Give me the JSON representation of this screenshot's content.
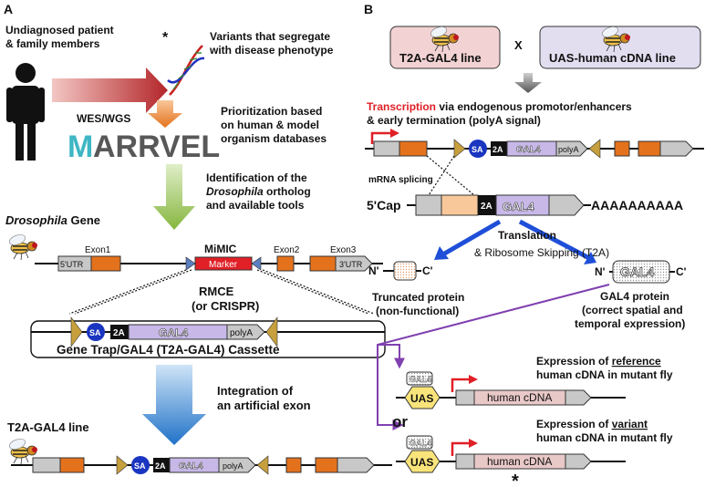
{
  "panel_a": {
    "letter": "A",
    "patient_line1": "Undiagnosed patient",
    "patient_line2": "& family members",
    "wes": "WES/WGS",
    "variants_line1": "Variants that segregate",
    "variants_line2": "with disease phenotype",
    "marrvel_m": "M",
    "marrvel_rest": "ARRVEL",
    "prior_line1": "Prioritization based",
    "prior_line2": "on human & model",
    "prior_line3": "organism databases",
    "ident_line1": "Identification of the",
    "ident_line2a": "Drosophila",
    "ident_line2b": " ortholog",
    "ident_line3": "and available tools",
    "gene_italic": "Drosophila",
    "gene_rest": " Gene",
    "exon1": "Exon1",
    "utr5": "5'UTR",
    "mimic": "MiMIC",
    "marker": "Marker",
    "exon2": "Exon2",
    "exon3": "Exon3",
    "utr3": "3'UTR",
    "rmce_line1": "RMCE",
    "rmce_line2": "(or CRISPR)",
    "sa": "SA",
    "t2a": "2A",
    "gal4": "GAL4",
    "polya": "polyA",
    "cassette": "Gene Trap/GAL4 (T2A-GAL4) Cassette",
    "integ_line1": "Integration of",
    "integ_line2": "an artificial exon",
    "t2a_line": "T2A-GAL4 line"
  },
  "panel_b": {
    "letter": "B",
    "box_left": "T2A-GAL4 line",
    "cross": "X",
    "box_right": "UAS-human cDNA line",
    "transcription_red": "Transcription",
    "transcription_rest": " via endogenous promotor/enhancers",
    "transcription_line2": "& early termination (polyA signal)",
    "splicing": "mRNA splicing",
    "cap": "5'Cap",
    "polya_tail": "AAAAAAAAAA",
    "translation": "Translation",
    "ribosome": "& Ribosome Skipping (T2A)",
    "n_prime": "N'",
    "c_prime": "C'",
    "trunc_line1": "Truncated protein",
    "trunc_line2": "(non-functional)",
    "gal4_line1": "GAL4 protein",
    "gal4_line2": "(correct spatial and",
    "gal4_line3": "temporal expression)",
    "ref_pre": "Expression of ",
    "ref_u": "reference",
    "ref_line2": "human cDNA in mutant fly",
    "or": "or",
    "var_pre": "Expression of ",
    "var_u": "variant",
    "var_line2": "human cDNA in mutant fly",
    "uas": "UAS",
    "human_cdna": "human cDNA",
    "asterisk": "*"
  },
  "colors": {
    "orange": "#e4721d",
    "grey_box": "#c8c8c8",
    "lavender": "#c7b8e8",
    "pink": "#e9c8c8",
    "gold": "#c7a03d",
    "marker_red": "#e01f26",
    "blue_arrow": "#1f4fd8",
    "purple_line": "#8040b0",
    "marrvel_teal": "#3fb6c4"
  }
}
